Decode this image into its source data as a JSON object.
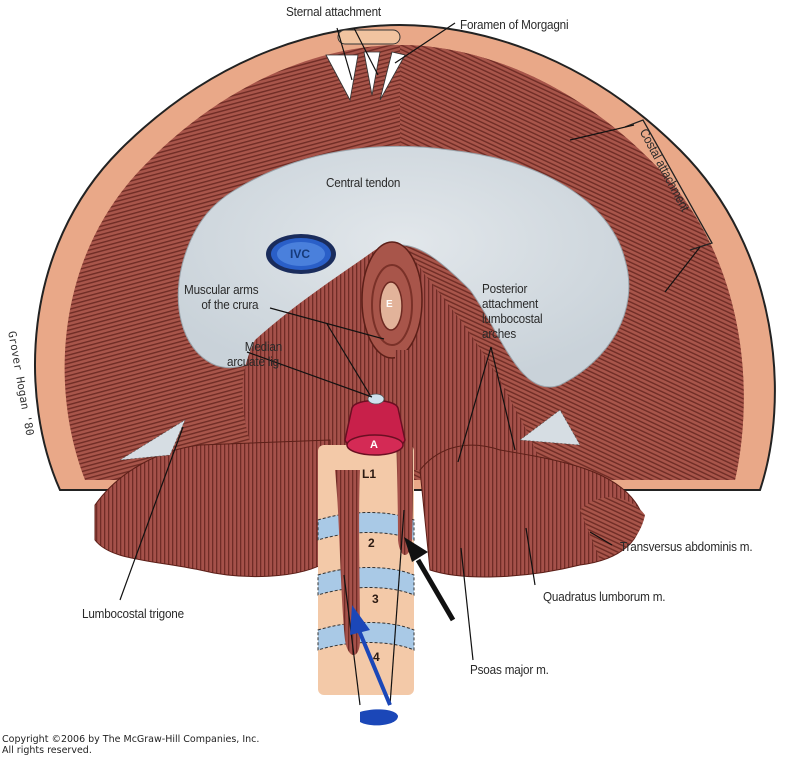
{
  "figure": {
    "labels": {
      "sternal_attachment": "Sternal attachment",
      "foramen_of_morgagni": "Foramen of Morgagni",
      "costal_attachment": "Costal attachment",
      "central_tendon": "Central tendon",
      "ivc": "IVC",
      "esophagus": "E",
      "aorta": "A",
      "muscular_arms": "Muscular arms\nof the crura",
      "median_arcuate": "Median\narcuate lig.",
      "posterior_attachment": "Posterior\nattachment\nlumbocostal\narches",
      "lumbocostal_trigone": "Lumbocostal trigone",
      "transversus_abdominis": "Transversus abdominis m.",
      "quadratus_lumborum": "Quadratus lumborum m.",
      "psoas_major": "Psoas major m.",
      "vertebrae": [
        "L1",
        "2",
        "3",
        "4"
      ]
    },
    "signature": "Grover Hogan '80",
    "copyright_line1": "Copyright ©2006 by The McGraw-Hill Companies, Inc.",
    "copyright_line2": "All rights reserved.",
    "colors": {
      "muscle": "#a8554a",
      "muscle_dark": "#6e2a22",
      "rim": "#e9a888",
      "tendon": "#d6dde3",
      "ivc_blue": "#2a5fc8",
      "aorta_red": "#c8204a",
      "vertebra": "#f3c9a8",
      "disc": "#a9c9e6",
      "arrow_blue": "#1b47b8"
    }
  }
}
